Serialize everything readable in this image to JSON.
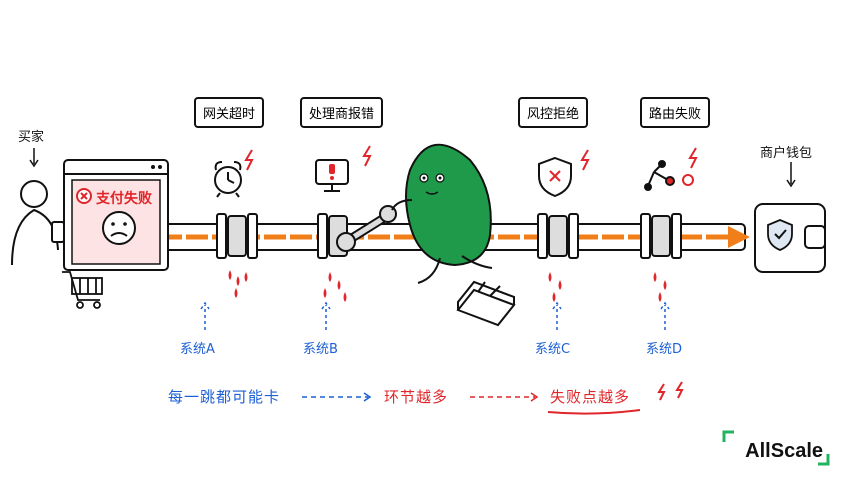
{
  "buyer_label": "买家",
  "payment_error_text": "支付失败",
  "merchant_label": "商户钱包",
  "failure_boxes": [
    "网关超时",
    "处理商报错",
    "风控拒绝",
    "路由失败"
  ],
  "systems": [
    "系统A",
    "系统B",
    "系统C",
    "系统D"
  ],
  "flow": {
    "step1": "每一跳都可能卡",
    "step2": "环节越多",
    "step3": "失败点越多"
  },
  "brand": "AllScale",
  "icons": [
    "browser-window",
    "sad-face-icon",
    "shopping-cart-icon",
    "alarm-clock-icon",
    "monitor-alert-icon",
    "shield-x-icon",
    "route-failure-icon",
    "wallet-shield-icon",
    "wrench-icon",
    "toolbox-icon"
  ],
  "colors": {
    "accent_orange": "#f07f1a",
    "error_red": "#e0262a",
    "label_blue": "#1d5fd6",
    "character_green": "#1e9a4a",
    "brand_green": "#22b35e"
  }
}
